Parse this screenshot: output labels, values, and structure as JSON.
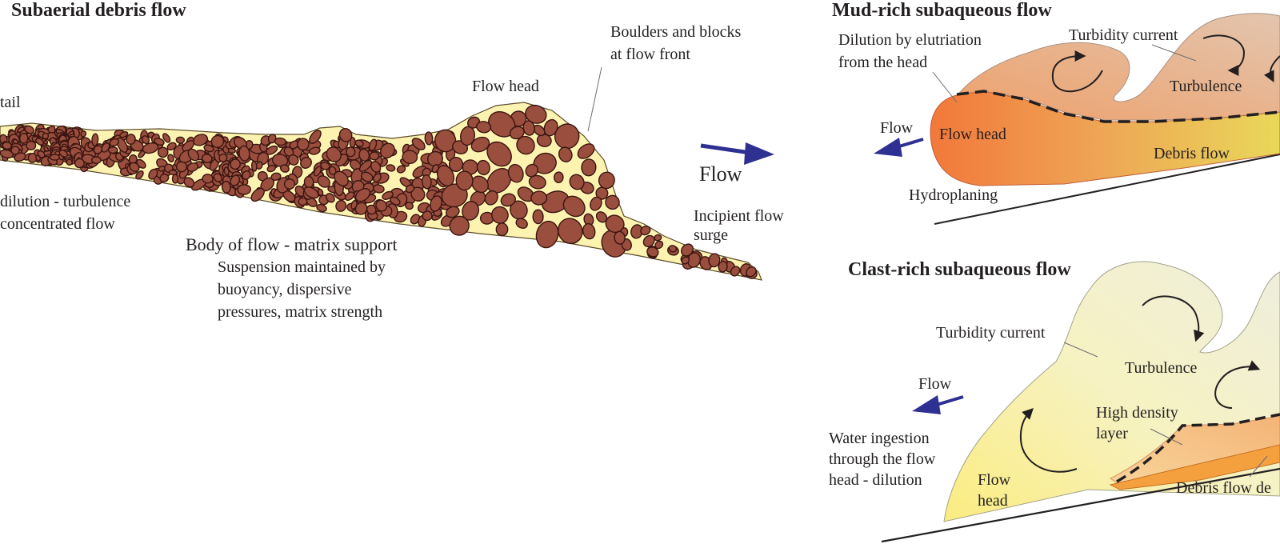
{
  "colors": {
    "matrix": "#fdf3b0",
    "clast": "#9a4e3e",
    "flow_arrow": "#2e3192",
    "mud_head": "#f2783a",
    "mud_debris": "#e9d85a",
    "mud_turbidity": "#e3a882",
    "clast_cloud": "#f6f3c7",
    "clast_head": "#fbe97a",
    "high_density": "#f6c08a",
    "debris_deposit": "#f4a03f"
  },
  "panels": {
    "subaerial": {
      "title": "Subaerial debris flow",
      "labels": {
        "tail": "tail",
        "tail_dilution_1": "dilution - turbulence",
        "tail_dilution_2": "concentrated flow",
        "body_heading": "Body of flow - matrix support",
        "body_desc_1": "Suspension maintained by",
        "body_desc_2": "buoyancy, dispersive",
        "body_desc_3": "pressures, matrix strength",
        "flow_head": "Flow head",
        "boulders_1": "Boulders and blocks",
        "boulders_2": "at flow front",
        "incipient_1": "Incipient flow",
        "incipient_2": "surge",
        "flow": "Flow"
      }
    },
    "mud_rich": {
      "title": "Mud-rich subaqueous flow",
      "labels": {
        "dilution_1": "Dilution by elutriation",
        "dilution_2": "from the head",
        "turbidity_current": "Turbidity current",
        "turbulence": "Turbulence",
        "flow": "Flow",
        "flow_head": "Flow head",
        "debris_flow": "Debris flow",
        "hydroplaning": "Hydroplaning"
      }
    },
    "clast_rich": {
      "title": "Clast-rich subaqueous flow",
      "labels": {
        "turbidity_current": "Turbidity current",
        "turbulence": "Turbulence",
        "flow": "Flow",
        "high_density_1": "High density",
        "high_density_2": "layer",
        "water_1": "Water ingestion",
        "water_2": "through the flow",
        "water_3": "head - dilution",
        "flow_head_1": "Flow",
        "flow_head_2": "head",
        "debris_deposit": "Debris flow de"
      }
    }
  }
}
